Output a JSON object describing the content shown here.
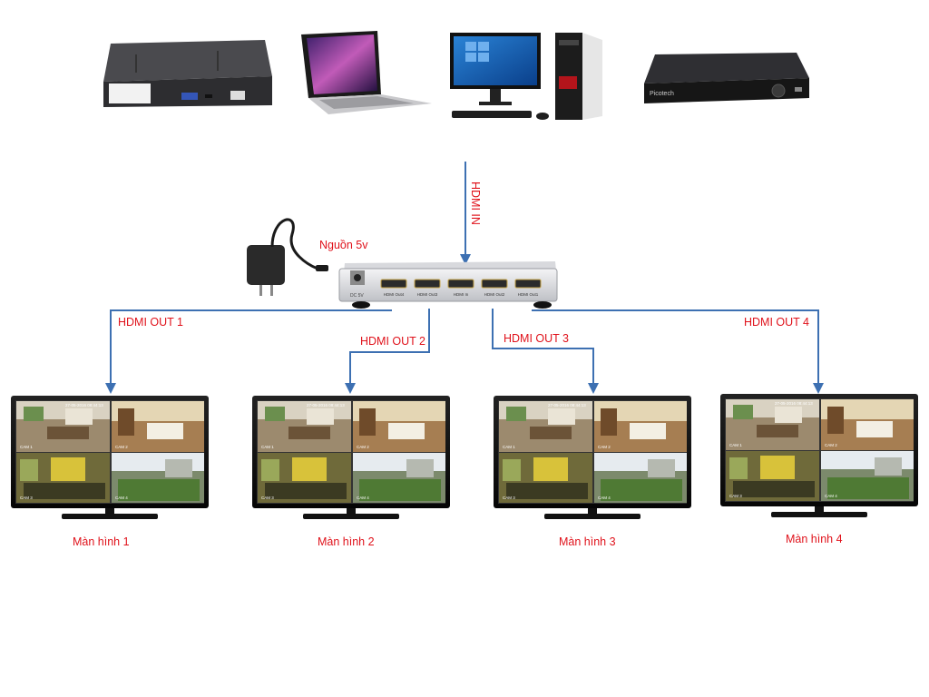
{
  "diagram": {
    "sources": [
      {
        "name": "nvr-recorder",
        "icon": "nvr-icon"
      },
      {
        "name": "laptop",
        "icon": "laptop-icon"
      },
      {
        "name": "desktop-pc",
        "icon": "desktop-icon"
      },
      {
        "name": "dvr-recorder",
        "icon": "dvr-icon",
        "brand": "Picotech"
      }
    ],
    "input_label": "HDMI IN",
    "power_label": "Nguồn 5v",
    "splitter": {
      "dc_label": "DC 5V",
      "ports": [
        "HDMI Out4",
        "HDMI Out3",
        "HDMI In",
        "HDMI Out2",
        "HDMI Out1"
      ]
    },
    "outputs": [
      "HDMI OUT 1",
      "HDMI OUT 2",
      "HDMI OUT 3",
      "HDMI OUT 4"
    ],
    "monitors": [
      "Màn hình 1",
      "Màn hình 2",
      "Màn hình 3",
      "Màn hình 4"
    ],
    "screen": {
      "timestamp": "27-05-2016 08:44:13",
      "cams": [
        "CAM 1",
        "CAM 2",
        "CAM 3",
        "CAM 4"
      ]
    },
    "colors": {
      "arrow": "#3d70b2",
      "label": "#e0121b"
    }
  }
}
